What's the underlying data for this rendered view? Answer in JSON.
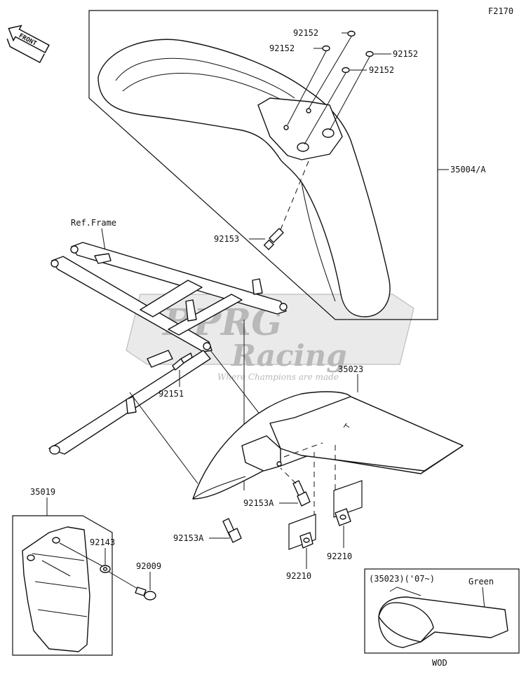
{
  "diagram_code": "F2170",
  "front_badge": "FRONT",
  "watermark": {
    "brand_top": "BPRG",
    "brand_bottom": "Racing",
    "slogan": "Where Champions are made"
  },
  "labels": {
    "p92152_a": "92152",
    "p92152_b": "92152",
    "p92152_c": "92152",
    "p92152_d": "92152",
    "p35004A": "35004/A",
    "ref_frame": "Ref.Frame",
    "p92153": "92153",
    "p92151": "92151",
    "p35023": "35023",
    "p35019": "35019",
    "p92143": "92143",
    "p92009": "92009",
    "p92153A_a": "92153A",
    "p92153A_b": "92153A",
    "p92210_a": "92210",
    "p92210_b": "92210"
  },
  "inset": {
    "title": "(35023)('07~)",
    "color_note": "Green",
    "footer": "WOD"
  }
}
